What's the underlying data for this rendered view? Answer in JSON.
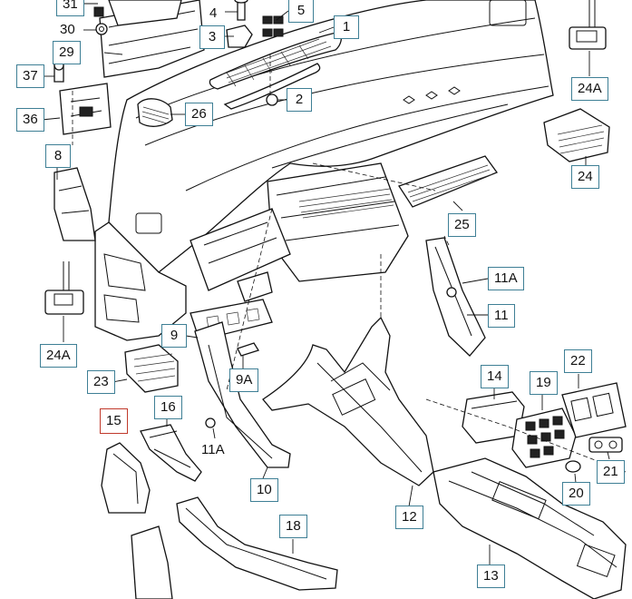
{
  "diagram": {
    "accent_color": "#3e7f95",
    "selected_color": "#c0392b",
    "selected_part": "15",
    "callouts": {
      "c31": "31",
      "c30": "30",
      "c29": "29",
      "c37": "37",
      "c36": "36",
      "c8": "8",
      "c4": "4",
      "c3": "3",
      "c5": "5",
      "c1": "1",
      "c2": "2",
      "c26": "26",
      "c24A_top": "24A",
      "c24_right": "24",
      "c25": "25",
      "c11A_right": "11A",
      "c11": "11",
      "c24A_left": "24A",
      "c9": "9",
      "c9A": "9A",
      "c23": "23",
      "c16": "16",
      "c15": "15",
      "c11A_left": "11A",
      "c10": "10",
      "c14": "14",
      "c19": "19",
      "c22": "22",
      "c21": "21",
      "c20": "20",
      "c12": "12",
      "c18": "18",
      "c13": "13"
    }
  }
}
